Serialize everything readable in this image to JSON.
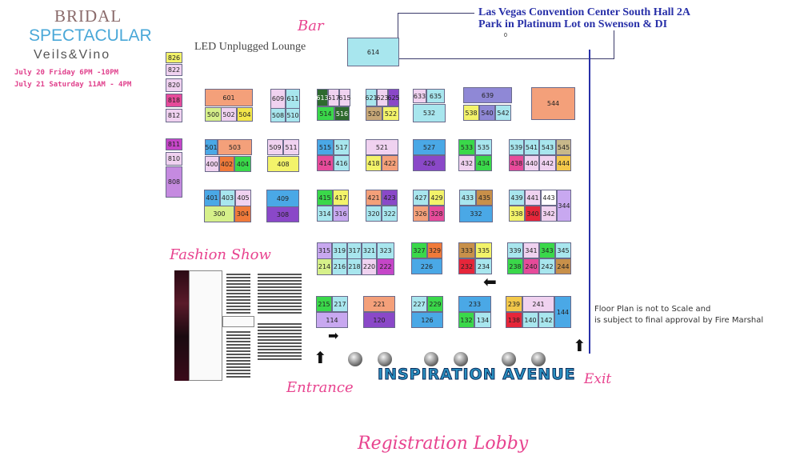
{
  "logo": {
    "line1": "BRIDAL",
    "line2": "SPECTACULAR",
    "line3": "Veils&Vino"
  },
  "dates": [
    "July 20 Friday 6PM -10PM",
    "July 21 Saturday 11AM - 4PM"
  ],
  "labels": {
    "bar": "Bar",
    "lounge": "LED Unplugged Lounge",
    "fashion_show": "Fashion Show",
    "entrance": "Entrance",
    "exit": "Exit",
    "registration": "Registration Lobby",
    "avenue": "INSPIRATION AVENUE",
    "venue_line1": "Las Vegas Convention Center South Hall 2A",
    "venue_line2": "Park in Platinum Lot on Swenson & DI",
    "venue_small": "0",
    "note_line1": "Floor Plan is not to Scale and",
    "note_line2": "is subject to final approval by Fire Marshal"
  },
  "booths": [
    {
      "id": "614",
      "c": "#a8e6ee"
    },
    {
      "id": "826",
      "c": "#f3f36a"
    },
    {
      "id": "822",
      "c": "#f0d2f0"
    },
    {
      "id": "820",
      "c": "#f0d2f0"
    },
    {
      "id": "818",
      "c": "#e64b9a"
    },
    {
      "id": "812",
      "c": "#f0d2f0"
    },
    {
      "id": "811",
      "c": "#c546c8"
    },
    {
      "id": "810",
      "c": "#f0d2f0"
    },
    {
      "id": "808",
      "c": "#c58ae0"
    },
    {
      "id": "601",
      "c": "#f4a07a"
    },
    {
      "id": "500",
      "c": "#d6f08a"
    },
    {
      "id": "502",
      "c": "#f0d2f0"
    },
    {
      "id": "504",
      "c": "#f3e64a"
    },
    {
      "id": "609",
      "c": "#f0d2f0"
    },
    {
      "id": "611",
      "c": "#a8e6ee"
    },
    {
      "id": "508",
      "c": "#a8e6ee"
    },
    {
      "id": "510",
      "c": "#a8e6ee"
    },
    {
      "id": "613",
      "c": "#2e6a2e"
    },
    {
      "id": "617",
      "c": "#f0d2f0"
    },
    {
      "id": "615",
      "c": "#f0d2f0"
    },
    {
      "id": "514",
      "c": "#3ad84a"
    },
    {
      "id": "516",
      "c": "#2e6a2e"
    },
    {
      "id": "621",
      "c": "#a8e6ee"
    },
    {
      "id": "623",
      "c": "#f0d2f0"
    },
    {
      "id": "625",
      "c": "#8a48c8"
    },
    {
      "id": "520",
      "c": "#c8a878"
    },
    {
      "id": "522",
      "c": "#f3f36a"
    },
    {
      "id": "633",
      "c": "#f0d2f0"
    },
    {
      "id": "635",
      "c": "#a8e6ee"
    },
    {
      "id": "532",
      "c": "#a8e6ee"
    },
    {
      "id": "639",
      "c": "#8f88d6"
    },
    {
      "id": "538",
      "c": "#f3f36a"
    },
    {
      "id": "540",
      "c": "#8f88d6"
    },
    {
      "id": "542",
      "c": "#a8e6ee"
    },
    {
      "id": "544",
      "c": "#f4a07a"
    },
    {
      "id": "501",
      "c": "#4aa8e6"
    },
    {
      "id": "503",
      "c": "#f4a07a"
    },
    {
      "id": "400",
      "c": "#f0d2f0"
    },
    {
      "id": "402",
      "c": "#f07a3a"
    },
    {
      "id": "404",
      "c": "#3ad84a"
    },
    {
      "id": "509",
      "c": "#f0d2f0"
    },
    {
      "id": "511",
      "c": "#f0d2f0"
    },
    {
      "id": "408",
      "c": "#f3f36a"
    },
    {
      "id": "515",
      "c": "#4aa8e6"
    },
    {
      "id": "517",
      "c": "#a8e6ee"
    },
    {
      "id": "414",
      "c": "#e64b9a"
    },
    {
      "id": "416",
      "c": "#a8e6ee"
    },
    {
      "id": "521",
      "c": "#f0d2f0"
    },
    {
      "id": "418",
      "c": "#f3f36a"
    },
    {
      "id": "422",
      "c": "#f4a07a"
    },
    {
      "id": "527",
      "c": "#4aa8e6"
    },
    {
      "id": "426",
      "c": "#8a48c8"
    },
    {
      "id": "533",
      "c": "#3ad84a"
    },
    {
      "id": "535",
      "c": "#a8e6ee"
    },
    {
      "id": "432",
      "c": "#f0d2f0"
    },
    {
      "id": "434",
      "c": "#3ad84a"
    },
    {
      "id": "539",
      "c": "#a8e6ee"
    },
    {
      "id": "541",
      "c": "#a8e6ee"
    },
    {
      "id": "543",
      "c": "#a8e6ee"
    },
    {
      "id": "545",
      "c": "#c8b88a"
    },
    {
      "id": "438",
      "c": "#e64b9a"
    },
    {
      "id": "440",
      "c": "#f0d2f0"
    },
    {
      "id": "442",
      "c": "#f0d2f0"
    },
    {
      "id": "444",
      "c": "#f3c84a"
    },
    {
      "id": "401",
      "c": "#4aa8e6"
    },
    {
      "id": "403",
      "c": "#a8e6ee"
    },
    {
      "id": "405",
      "c": "#f0d2f0"
    },
    {
      "id": "300",
      "c": "#d6f08a"
    },
    {
      "id": "304",
      "c": "#f07a3a"
    },
    {
      "id": "409",
      "c": "#4aa8e6"
    },
    {
      "id": "308",
      "c": "#8a48c8"
    },
    {
      "id": "415",
      "c": "#3ad84a"
    },
    {
      "id": "417",
      "c": "#f3f36a"
    },
    {
      "id": "314",
      "c": "#a8e6ee"
    },
    {
      "id": "316",
      "c": "#c8a8f0"
    },
    {
      "id": "421",
      "c": "#f4a07a"
    },
    {
      "id": "423",
      "c": "#8a48c8"
    },
    {
      "id": "320",
      "c": "#a8e6ee"
    },
    {
      "id": "322",
      "c": "#a8e6ee"
    },
    {
      "id": "427",
      "c": "#a8e6ee"
    },
    {
      "id": "429",
      "c": "#f3f36a"
    },
    {
      "id": "326",
      "c": "#f4a07a"
    },
    {
      "id": "328",
      "c": "#e64b9a"
    },
    {
      "id": "433",
      "c": "#a8e6ee"
    },
    {
      "id": "435",
      "c": "#c8904a"
    },
    {
      "id": "332",
      "c": "#4aa8e6"
    },
    {
      "id": "439",
      "c": "#a8e6ee"
    },
    {
      "id": "441",
      "c": "#f0d2f0"
    },
    {
      "id": "443",
      "c": "#ffffff"
    },
    {
      "id": "338",
      "c": "#f3f36a"
    },
    {
      "id": "340",
      "c": "#e6263a"
    },
    {
      "id": "342",
      "c": "#f0d2f0"
    },
    {
      "id": "344",
      "c": "#c8a8f0"
    },
    {
      "id": "315",
      "c": "#c8a8f0"
    },
    {
      "id": "319",
      "c": "#a8e6ee"
    },
    {
      "id": "317",
      "c": "#a8e6ee"
    },
    {
      "id": "321",
      "c": "#a8e6ee"
    },
    {
      "id": "323",
      "c": "#a8e6ee"
    },
    {
      "id": "214",
      "c": "#d6f08a"
    },
    {
      "id": "216",
      "c": "#a8e6ee"
    },
    {
      "id": "218",
      "c": "#a8e6ee"
    },
    {
      "id": "220",
      "c": "#f0d2f0"
    },
    {
      "id": "222",
      "c": "#c546c8"
    },
    {
      "id": "327",
      "c": "#3ad84a"
    },
    {
      "id": "329",
      "c": "#f07a3a"
    },
    {
      "id": "226",
      "c": "#4aa8e6"
    },
    {
      "id": "333",
      "c": "#c8904a"
    },
    {
      "id": "335",
      "c": "#f3f36a"
    },
    {
      "id": "232",
      "c": "#e6263a"
    },
    {
      "id": "234",
      "c": "#a8e6ee"
    },
    {
      "id": "339",
      "c": "#a8e6ee"
    },
    {
      "id": "341",
      "c": "#f0d2f0"
    },
    {
      "id": "343",
      "c": "#3ad84a"
    },
    {
      "id": "345",
      "c": "#a8e6ee"
    },
    {
      "id": "238",
      "c": "#3ad84a"
    },
    {
      "id": "240",
      "c": "#e64b9a"
    },
    {
      "id": "242",
      "c": "#a8e6ee"
    },
    {
      "id": "244",
      "c": "#c8904a"
    },
    {
      "id": "215",
      "c": "#3ad84a"
    },
    {
      "id": "217",
      "c": "#a8e6ee"
    },
    {
      "id": "114",
      "c": "#c8a8f0"
    },
    {
      "id": "221",
      "c": "#f4a07a"
    },
    {
      "id": "120",
      "c": "#8a48c8"
    },
    {
      "id": "227",
      "c": "#a8e6ee"
    },
    {
      "id": "229",
      "c": "#3ad84a"
    },
    {
      "id": "126",
      "c": "#4aa8e6"
    },
    {
      "id": "233",
      "c": "#4aa8e6"
    },
    {
      "id": "132",
      "c": "#3ad84a"
    },
    {
      "id": "134",
      "c": "#a8e6ee"
    },
    {
      "id": "239",
      "c": "#f3c84a"
    },
    {
      "id": "241",
      "c": "#f0d2f0"
    },
    {
      "id": "138",
      "c": "#e6263a"
    },
    {
      "id": "140",
      "c": "#a8e6ee"
    },
    {
      "id": "142",
      "c": "#a8e6ee"
    },
    {
      "id": "144",
      "c": "#4aa8e6"
    }
  ]
}
